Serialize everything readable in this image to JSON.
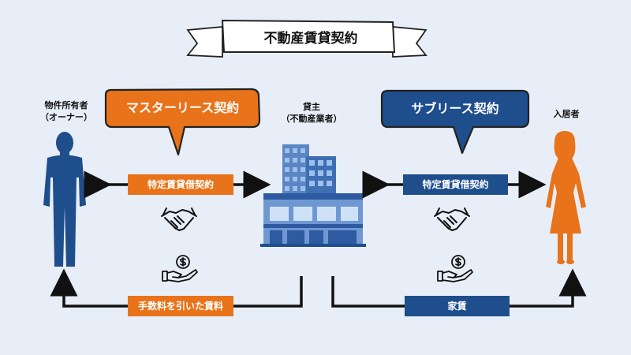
{
  "title": "不動産賃貸契約",
  "owner": {
    "line1": "物件所有者",
    "line2": "（オーナー）"
  },
  "landlord": {
    "line1": "貸主",
    "line2": "（不動産業者）"
  },
  "tenant": {
    "label": "入居者"
  },
  "master_lease": {
    "bubble": "マスターリース契約",
    "contract": "特定賃貸借契約",
    "payment": "手数料を引いた賃料"
  },
  "sublease": {
    "bubble": "サブリース契約",
    "contract": "特定賃貸借契約",
    "payment": "家賃"
  },
  "colors": {
    "orange": "#e8731a",
    "navy": "#1f4e8c",
    "background": "#e8eef7"
  },
  "icons": [
    "handshake-icon",
    "money-hand-icon",
    "building-icon",
    "man-silhouette-icon",
    "woman-silhouette-icon"
  ]
}
